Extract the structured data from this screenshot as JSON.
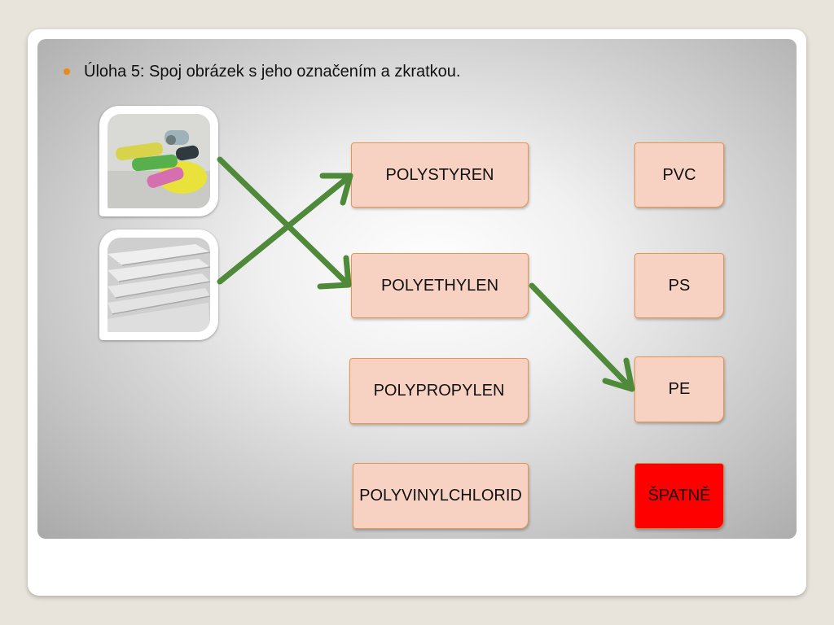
{
  "task": {
    "text": "Úloha 5: Spoj obrázek s jeho označením a zkratkou."
  },
  "images": [
    {
      "icon": "plastic-bags-photo"
    },
    {
      "icon": "polystyrene-boards-photo"
    }
  ],
  "names": [
    {
      "label": "POLYSTYREN"
    },
    {
      "label": "POLYETHYLEN"
    },
    {
      "label": "POLYPROPYLEN"
    },
    {
      "label": "POLYVINYLCHLORID"
    }
  ],
  "abbreviations": [
    {
      "label": "PVC"
    },
    {
      "label": "PS"
    },
    {
      "label": "PE"
    },
    {
      "label": "ŠPATNĚ"
    }
  ],
  "colors": {
    "accent_bullet": "#e98a1c",
    "box_fill": "#f7d2c3",
    "box_border": "#e9954f",
    "wrong_fill": "#ff0000",
    "arrow": "#4f8a3a"
  }
}
